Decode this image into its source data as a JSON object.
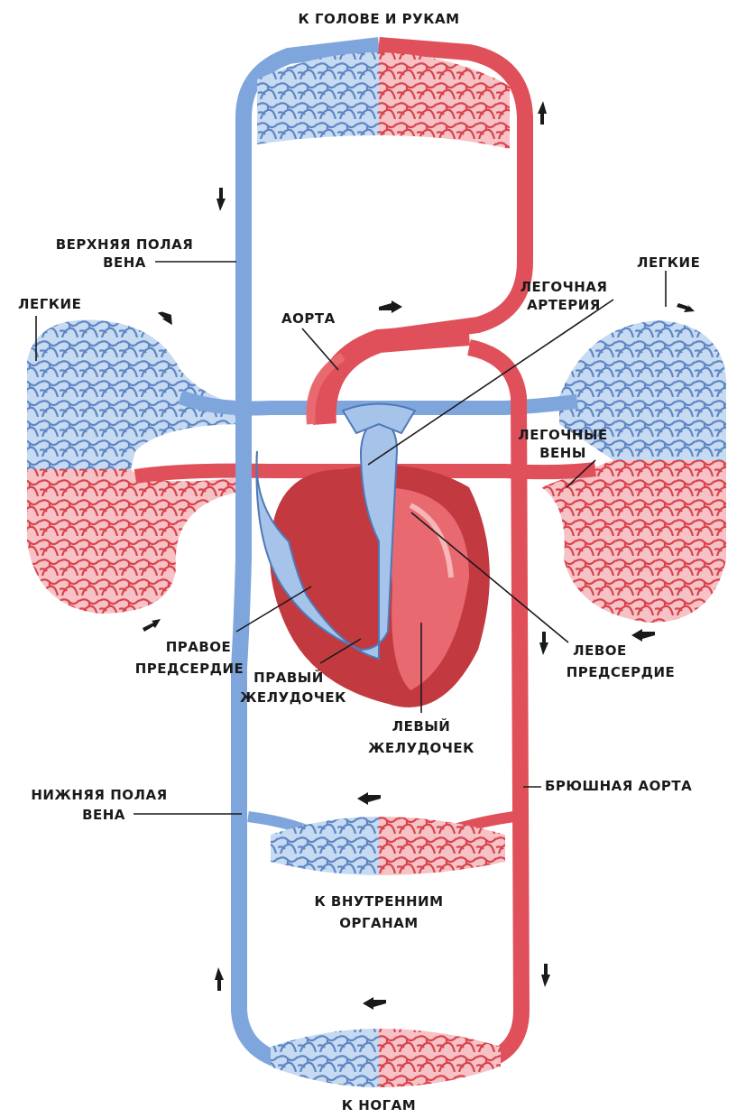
{
  "colors": {
    "artery": "#e0505a",
    "artery_dark": "#b8303c",
    "vein": "#7fa6dc",
    "vein_light": "#b8d0ee",
    "vein_dark": "#4f78b8",
    "heart_muscle": "#c23a40",
    "label": "#1a1a1a"
  },
  "labels": {
    "head_arms": "К ГОЛОВЕ И РУКАМ",
    "superior_vena_cava_1": "ВЕРХНЯЯ ПОЛАЯ",
    "superior_vena_cava_2": "ВЕНА",
    "lungs_left": "ЛЕГКИЕ",
    "lungs_right": "ЛЕГКИЕ",
    "aorta": "АОРТА",
    "pulmonary_artery_1": "ЛЕГОЧНАЯ",
    "pulmonary_artery_2": "АРТЕРИЯ",
    "pulmonary_veins_1": "ЛЕГОЧНЫЕ",
    "pulmonary_veins_2": "ВЕНЫ",
    "right_atrium_1": "ПРАВОЕ",
    "right_atrium_2": "ПРЕДСЕРДИЕ",
    "right_ventricle_1": "ПРАВЫЙ",
    "right_ventricle_2": "ЖЕЛУДОЧЕК",
    "left_atrium_1": "ЛЕВОЕ",
    "left_atrium_2": "ПРЕДСЕРДИЕ",
    "left_ventricle_1": "ЛЕВЫЙ",
    "left_ventricle_2": "ЖЕЛУДОЧЕК",
    "inferior_vena_cava_1": "НИЖНЯЯ ПОЛАЯ",
    "inferior_vena_cava_2": "ВЕНА",
    "abdominal_aorta": "БРЮШНАЯ АОРТА",
    "internal_organs_1": "К ВНУТРЕННИМ",
    "internal_organs_2": "ОРГАНАМ",
    "legs": "К НОГАМ"
  }
}
